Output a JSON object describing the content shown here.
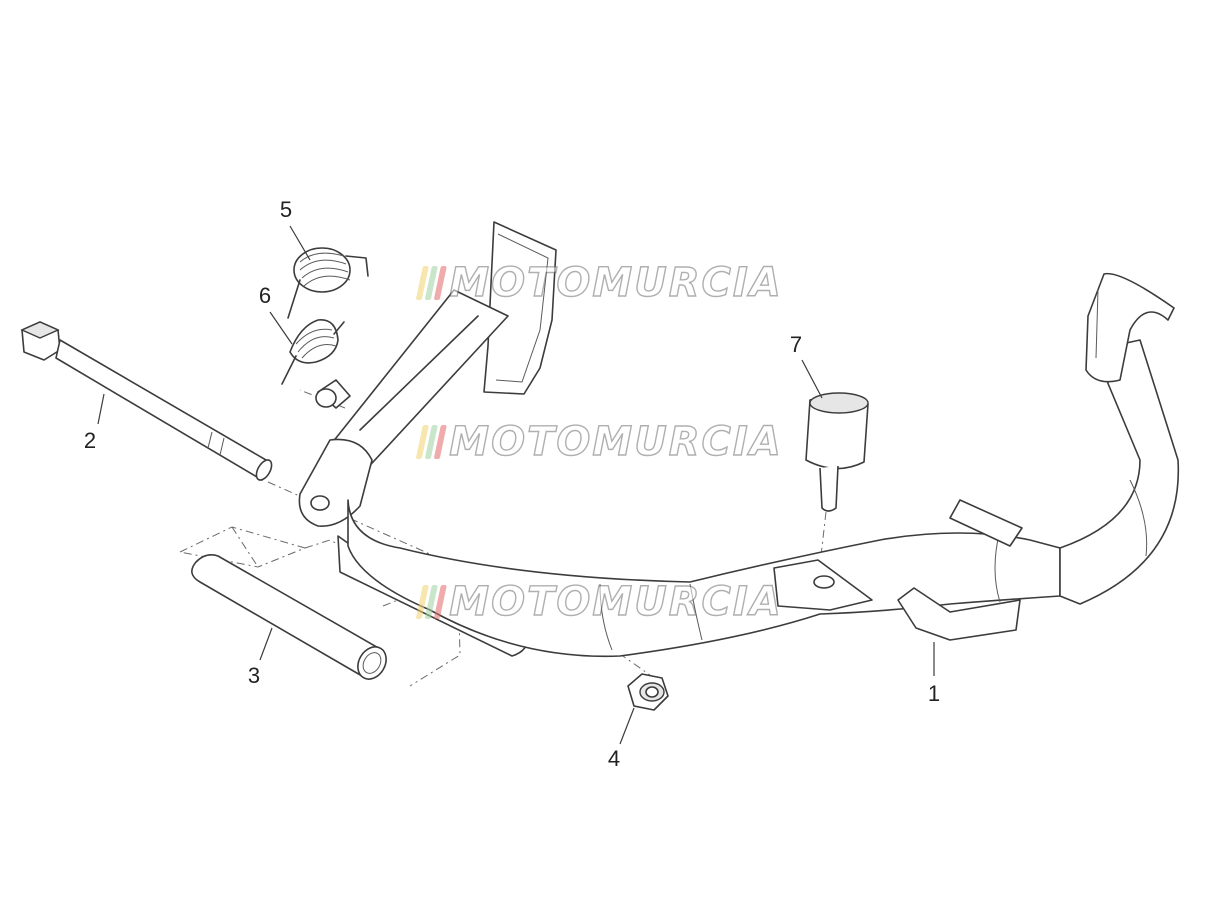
{
  "diagram": {
    "callouts": [
      {
        "id": "1",
        "label": "1"
      },
      {
        "id": "2",
        "label": "2"
      },
      {
        "id": "3",
        "label": "3"
      },
      {
        "id": "4",
        "label": "4"
      },
      {
        "id": "5",
        "label": "5"
      },
      {
        "id": "6",
        "label": "6"
      },
      {
        "id": "7",
        "label": "7"
      }
    ]
  },
  "watermark": {
    "text": "MOTOMURCIA",
    "stripe_colors": [
      "#f2d36b",
      "#9fd39f",
      "#e46a6a"
    ]
  },
  "colors": {
    "line": "#3c3c3c",
    "background": "#ffffff"
  }
}
